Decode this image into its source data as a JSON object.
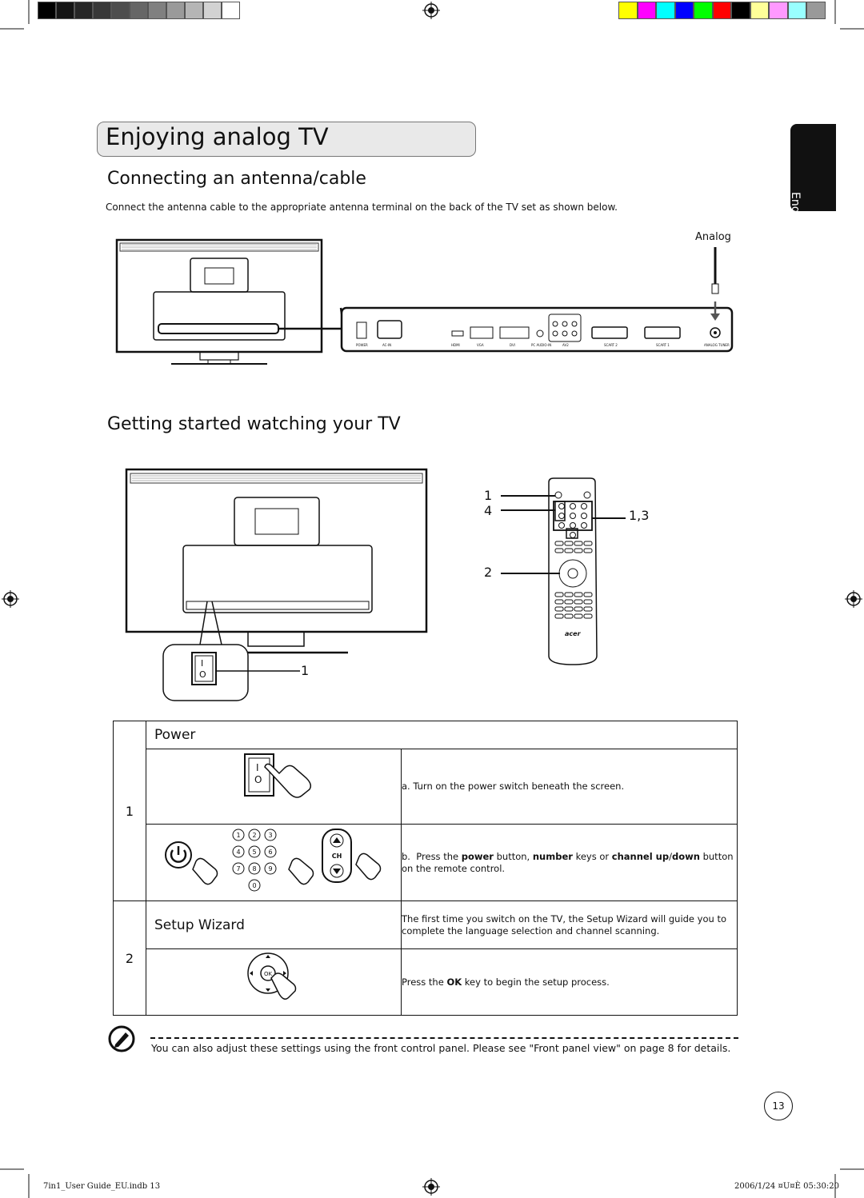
{
  "colors": {
    "gray_bars": [
      "#000000",
      "#141414",
      "#262626",
      "#383838",
      "#4d4d4d",
      "#666666",
      "#808080",
      "#9a9a9a",
      "#b5b5b5",
      "#d2d2d2",
      "#ffffff"
    ],
    "color_bars": [
      "#ffff00",
      "#ff00ff",
      "#00ffff",
      "#0000ff",
      "#00ff00",
      "#ff0000",
      "#000000",
      "#ffff99",
      "#ff99ff",
      "#99ffff",
      "#999999"
    ],
    "title_bg": "#e9e9e9",
    "tab_bg": "#111111"
  },
  "page": {
    "title": "Enjoying analog TV",
    "language_tab": "English",
    "page_number": "13"
  },
  "section_antenna": {
    "heading": "Connecting an antenna/cable",
    "instruction": "Connect the antenna cable to the appropriate antenna terminal on the back of the TV set as shown below.",
    "analog_label": "Analog",
    "port_labels": [
      "POWER",
      "AC-IN",
      "HDMI",
      "VGA",
      "DVI",
      "PC AUDIO-IN",
      "AV2",
      "SCART 2",
      "SCART 1",
      "ANALOG TUNER"
    ]
  },
  "section_started": {
    "heading": "Getting started watching your TV",
    "tv_callout": "1",
    "remote_callouts": {
      "c1": "1",
      "c4": "4",
      "c2": "2",
      "c13": "1,3"
    },
    "switch_on": "I",
    "switch_off": "O",
    "remote_brand": "acer"
  },
  "steps": {
    "step1": {
      "number": "1",
      "title": "Power",
      "a_text": "a.  Turn on the power switch beneath the screen.",
      "b_prefix": "b.",
      "b_parts": {
        "t1": "Press the ",
        "power": "power",
        "t2": " button, ",
        "number": "number",
        "t3": " keys or ",
        "channel": "channel up",
        "t4": "/",
        "down": "down",
        "t5": " button on the remote control."
      },
      "keypad": [
        "1",
        "2",
        "3",
        "4",
        "5",
        "6",
        "7",
        "8",
        "9",
        "0"
      ],
      "ch_label": "CH"
    },
    "step2": {
      "number": "2",
      "title": "Setup Wizard",
      "desc": "The first time you switch on the TV, the Setup Wizard will guide you to complete the language selection and channel scanning.",
      "ok_parts": {
        "t1": "Press the ",
        "ok": "OK",
        "t2": " key to begin the setup process."
      },
      "ok_label": "OK"
    }
  },
  "note": {
    "text": "You can also adjust these settings using the front control panel. Please see \"Front panel view\" on page 8 for details."
  },
  "footer": {
    "left": "7in1_User Guide_EU.indb   13",
    "right": "2006/1/24   ¤U¤È 05:30:20"
  }
}
